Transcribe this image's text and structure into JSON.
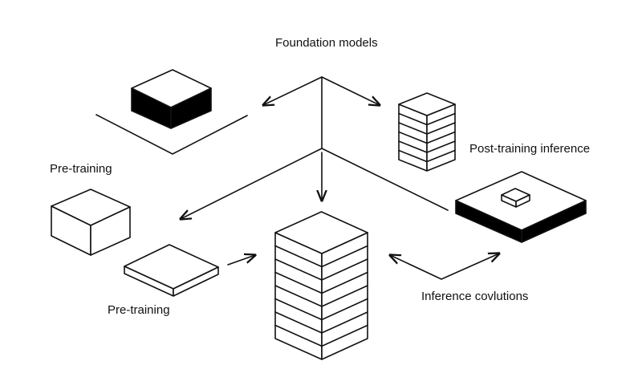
{
  "labels": {
    "foundation": "Foundation models",
    "pretraining_top": "Pre-training",
    "post_training": "Post-training inference",
    "pretraining_bottom": "Pre-training",
    "inference": "Inference covlutions"
  },
  "colors": {
    "ink": "#111111",
    "background": "#ffffff"
  }
}
